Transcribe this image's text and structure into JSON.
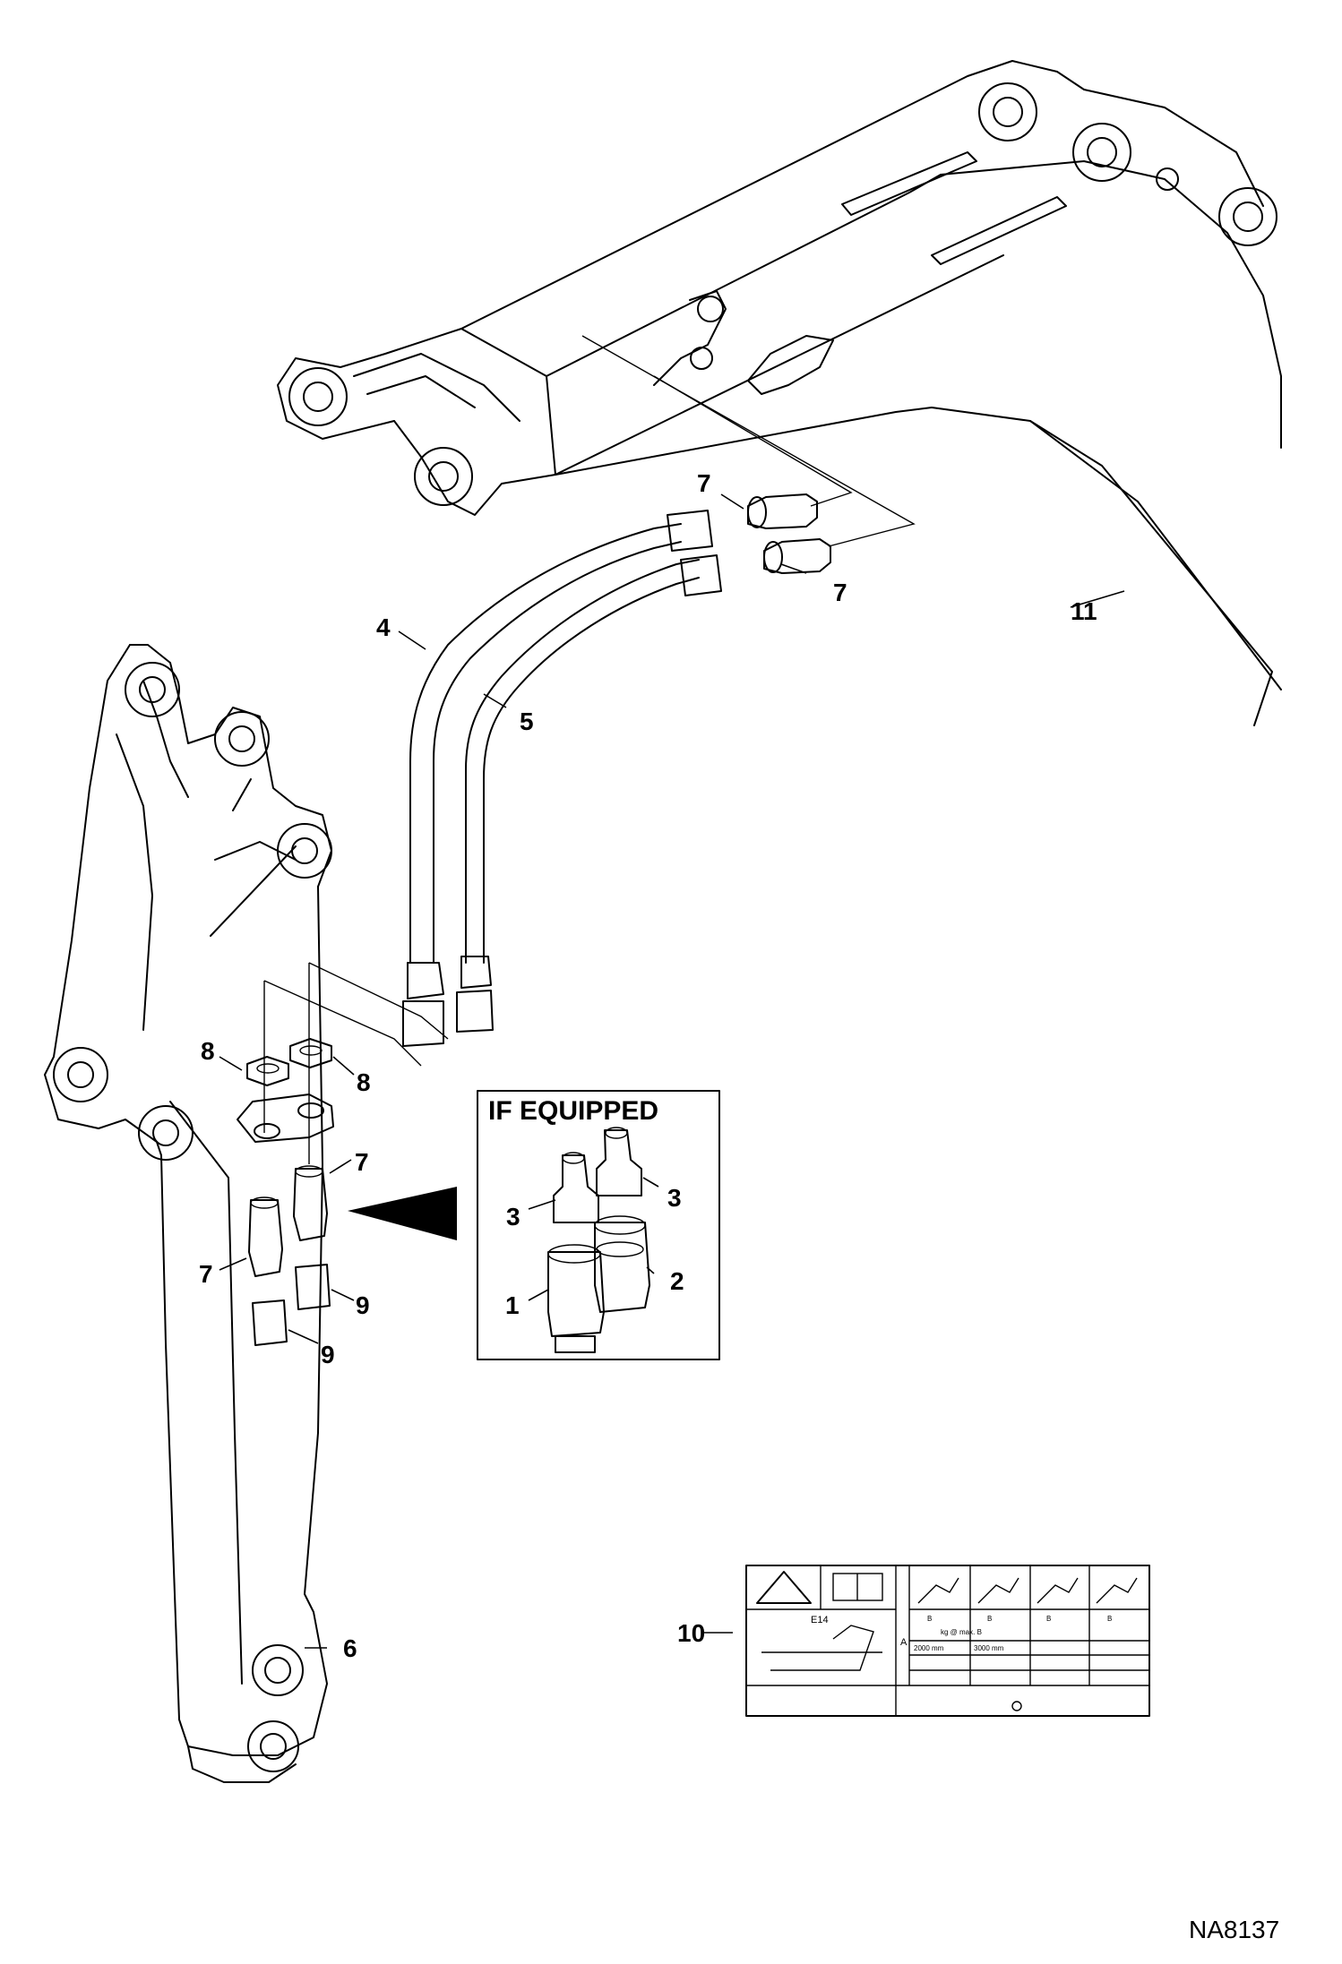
{
  "figure_id": "NA8137",
  "inset": {
    "title": "IF EQUIPPED"
  },
  "callouts": {
    "c1": "1",
    "c2": "2",
    "c3a": "3",
    "c3b": "3",
    "c4": "4",
    "c5": "5",
    "c6": "6",
    "c7a": "7",
    "c7b": "7",
    "c7c": "7",
    "c7d": "7",
    "c8a": "8",
    "c8b": "8",
    "c9a": "9",
    "c9b": "9",
    "c10": "10",
    "c11": "11"
  },
  "decal": {
    "code": "E14",
    "col_b": "B",
    "col_max": "kg @ max. B",
    "w2000": "2000 mm",
    "w3000": "3000 mm",
    "row_a": "A"
  }
}
